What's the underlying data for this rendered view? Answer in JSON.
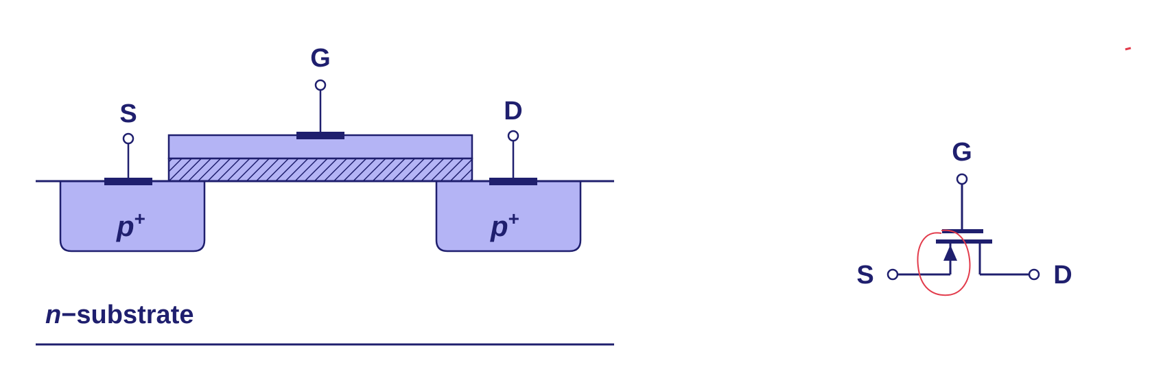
{
  "cross_section": {
    "terminal_source": "S",
    "terminal_gate": "G",
    "terminal_drain": "D",
    "well_left": {
      "base": "p",
      "sup": "+"
    },
    "well_right": {
      "base": "p",
      "sup": "+"
    },
    "substrate": {
      "prefix": "n",
      "dash": "−",
      "word": "substrate"
    }
  },
  "symbol": {
    "terminal_gate": "G",
    "terminal_source": "S",
    "terminal_drain": "D"
  },
  "colors": {
    "ink": "#1f1f6e",
    "fill": "#b4b4f5",
    "annotation": "#e23b4b"
  }
}
